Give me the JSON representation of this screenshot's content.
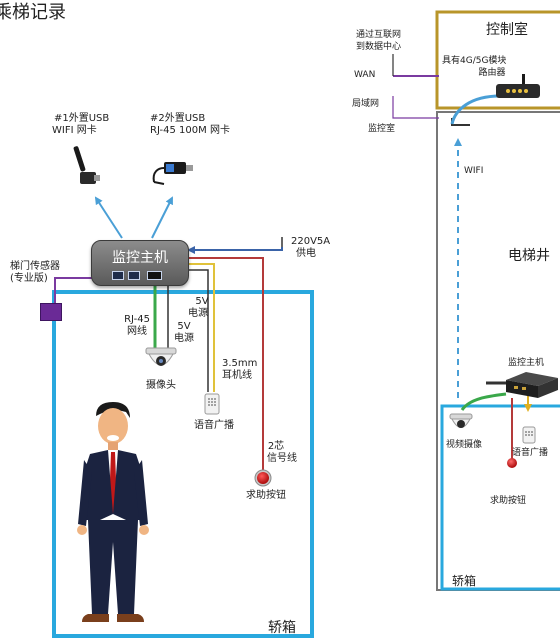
{
  "title": "乘梯记录",
  "left_diagram": {
    "usb_wifi_label": [
      "#1外置USB",
      "WIFI 网卡"
    ],
    "usb_rj45_label": [
      "#2外置USB",
      "RJ-45 100M 网卡"
    ],
    "host_label": "监控主机",
    "power_label": [
      "220V5A",
      "供电"
    ],
    "door_sensor_label": [
      "梯门传感器",
      "(专业版)"
    ],
    "rj45_label": [
      "RJ-45",
      "网线"
    ],
    "power_5v_label_a": [
      "5V",
      "电源"
    ],
    "power_5v_label_b": [
      "5V",
      "电源"
    ],
    "earphone_label": [
      "3.5mm",
      "耳机线"
    ],
    "camera_label": "摄像头",
    "speaker_label": "语音广播",
    "signal_label": [
      "2芯",
      "信号线"
    ],
    "button_label": "求助按钮",
    "car_label": "轿箱"
  },
  "right_diagram": {
    "control_room_label": "控制室",
    "internet_label": [
      "通过互联网",
      "到数据中心"
    ],
    "wan_label": "WAN",
    "lan_label": "局域网",
    "monitor_room_label": "监控室",
    "router_label": [
      "具有4G/5G模块",
      "路由器"
    ],
    "wifi_label": "WIFI",
    "shaft_label": "电梯井",
    "host_label": "监控主机",
    "camera_label": "视频摄像",
    "speaker_label": "语音广播",
    "button_label": "求助按钮",
    "car_label": "轿箱"
  },
  "colors": {
    "car_frame": "#29a8de",
    "control_room_frame": "#b8952a",
    "arrow": "#4a9fd6",
    "power_line": "#3a63a8",
    "rj45_line": "#3aa84a",
    "power5v_line": "#333333",
    "earphone_line": "#e0c23a",
    "signal_line": "#b43a3a",
    "sensor_line": "#7a3aa0",
    "wan_line": "#7a3aa0"
  },
  "icons": [
    "usb-wifi-antenna-icon",
    "usb-ethernet-adapter-icon",
    "dome-camera-icon",
    "speaker-icon",
    "help-button-icon",
    "door-sensor-icon",
    "router-icon",
    "host-box-icon",
    "businessman-figure-icon"
  ]
}
